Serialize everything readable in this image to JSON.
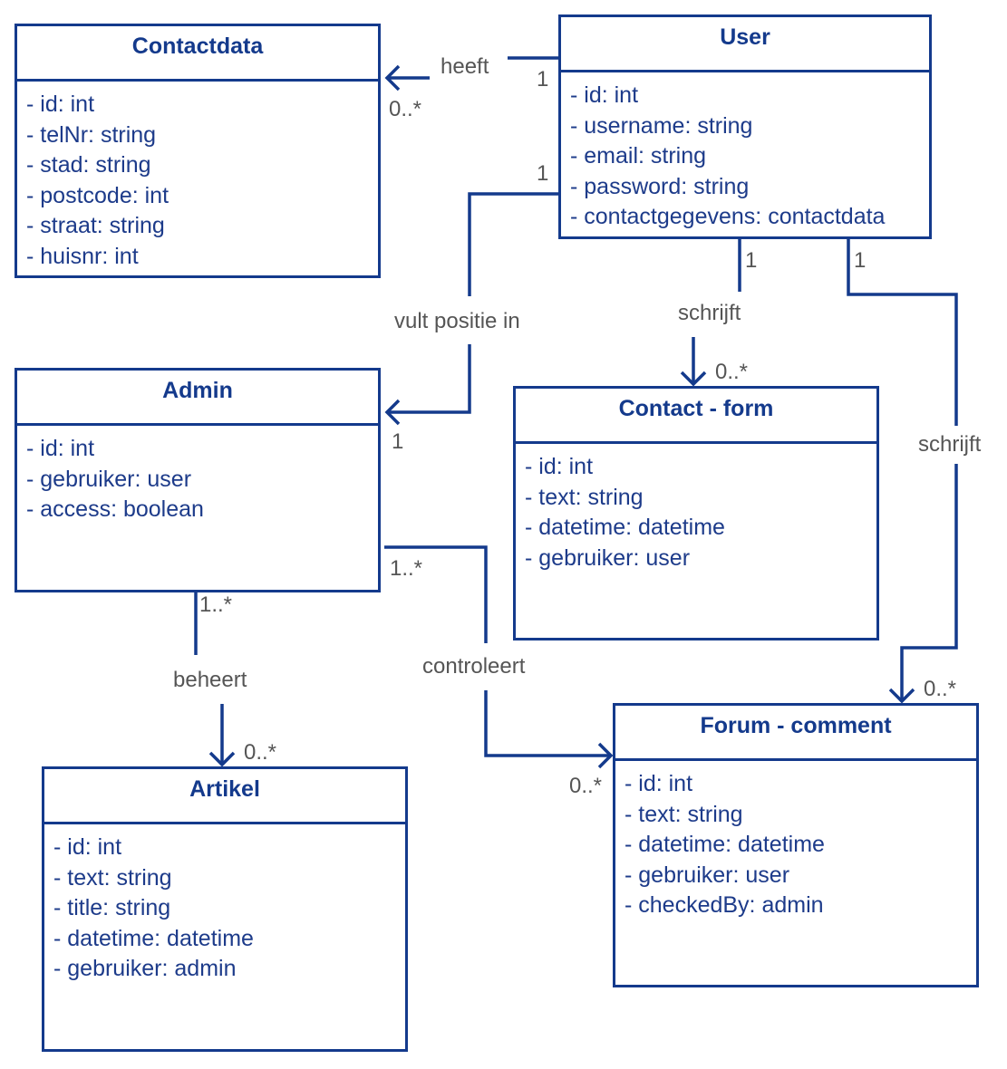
{
  "classes": {
    "contactdata": {
      "name": "Contactdata",
      "attributes": [
        "- id: int",
        "- telNr: string",
        "- stad: string",
        "- postcode: int",
        "- straat: string",
        "- huisnr: int"
      ]
    },
    "user": {
      "name": "User",
      "attributes": [
        "- id: int",
        "- username: string",
        "- email: string",
        "- password: string",
        "- contactgegevens: contactdata"
      ]
    },
    "admin": {
      "name": "Admin",
      "attributes": [
        "- id: int",
        "- gebruiker: user",
        "- access: boolean"
      ]
    },
    "contact_form": {
      "name": "Contact - form",
      "attributes": [
        "- id: int",
        "- text: string",
        "- datetime: datetime",
        "- gebruiker: user"
      ]
    },
    "artikel": {
      "name": "Artikel",
      "attributes": [
        "- id: int",
        "- text: string",
        "- title: string",
        "- datetime: datetime",
        "- gebruiker: admin"
      ]
    },
    "forum_comment": {
      "name": "Forum - comment",
      "attributes": [
        "- id: int",
        "- text: string",
        "- datetime: datetime",
        "- gebruiker: user",
        "- checkedBy: admin"
      ]
    }
  },
  "relations": {
    "heeft": {
      "label": "heeft",
      "source_mult": "1",
      "target_mult": "0..*"
    },
    "vult_positie_in": {
      "label": "vult positie in",
      "source_mult": "1",
      "target_mult": "1"
    },
    "schrijft_contact": {
      "label": "schrijft",
      "source_mult": "1",
      "target_mult": "0..*"
    },
    "schrijft_forum": {
      "label": "schrijft",
      "source_mult": "1",
      "target_mult": "0..*"
    },
    "controleert": {
      "label": "controleert",
      "source_mult": "1..*",
      "target_mult": "0..*"
    },
    "beheert": {
      "label": "beheert",
      "source_mult": "1..*",
      "target_mult": "0..*"
    }
  },
  "colors": {
    "line": "#143a8c",
    "text": "#1d3b8a",
    "label": "#555555"
  }
}
